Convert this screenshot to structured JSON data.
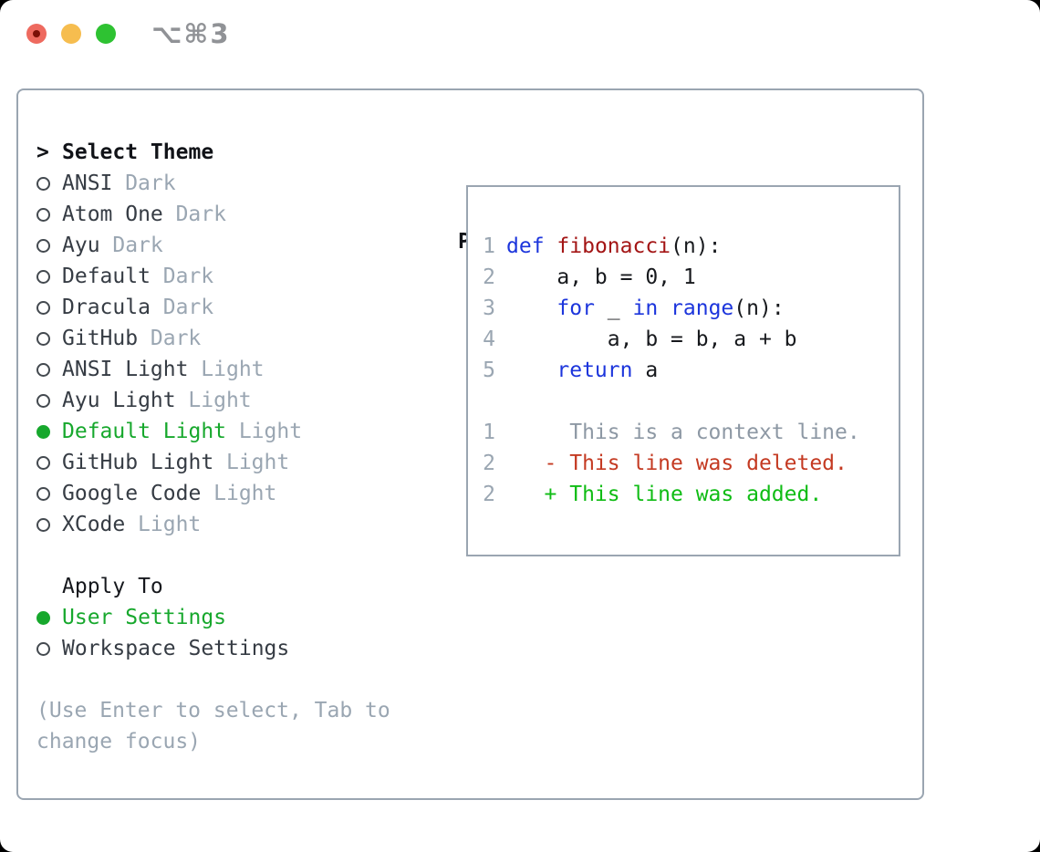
{
  "titlebar": {
    "shortcut": "⌥⌘3",
    "traffic_lights": [
      "close",
      "minimize",
      "zoom"
    ]
  },
  "theme_selector": {
    "prompt": ">",
    "title": "Select Theme",
    "items": [
      {
        "name": "ANSI",
        "tag": "Dark",
        "selected": false
      },
      {
        "name": "Atom One",
        "tag": "Dark",
        "selected": false
      },
      {
        "name": "Ayu",
        "tag": "Dark",
        "selected": false
      },
      {
        "name": "Default",
        "tag": "Dark",
        "selected": false
      },
      {
        "name": "Dracula",
        "tag": "Dark",
        "selected": false
      },
      {
        "name": "GitHub",
        "tag": "Dark",
        "selected": false
      },
      {
        "name": "ANSI Light",
        "tag": "Light",
        "selected": false
      },
      {
        "name": "Ayu Light",
        "tag": "Light",
        "selected": false
      },
      {
        "name": "Default Light",
        "tag": "Light",
        "selected": true
      },
      {
        "name": "GitHub Light",
        "tag": "Light",
        "selected": false
      },
      {
        "name": "Google Code",
        "tag": "Light",
        "selected": false
      },
      {
        "name": "XCode",
        "tag": "Light",
        "selected": false
      }
    ],
    "apply_to": {
      "title": "Apply To",
      "options": [
        {
          "label": "User Settings",
          "selected": true
        },
        {
          "label": "Workspace Settings",
          "selected": false
        }
      ]
    },
    "hint": "(Use Enter to select, Tab to change focus)"
  },
  "preview": {
    "title": "Preview",
    "lines": [
      {
        "num": "1",
        "tokens": [
          [
            "def",
            "kw"
          ],
          [
            " ",
            "pl"
          ],
          [
            "fibonacci",
            "fn"
          ],
          [
            "(n):",
            "pl"
          ]
        ]
      },
      {
        "num": "2",
        "tokens": [
          [
            "    a, b = 0, 1",
            "pl"
          ]
        ]
      },
      {
        "num": "3",
        "tokens": [
          [
            "    ",
            "pl"
          ],
          [
            "for",
            "kw"
          ],
          [
            " _ ",
            "pl"
          ],
          [
            "in",
            "kw"
          ],
          [
            " ",
            "pl"
          ],
          [
            "range",
            "kw"
          ],
          [
            "(n):",
            "pl"
          ]
        ]
      },
      {
        "num": "4",
        "tokens": [
          [
            "        a, b = b, a + b",
            "pl"
          ]
        ]
      },
      {
        "num": "5",
        "tokens": [
          [
            "    ",
            "pl"
          ],
          [
            "return",
            "kw"
          ],
          [
            " a",
            "pl"
          ]
        ]
      },
      {
        "num": "",
        "tokens": []
      },
      {
        "num": "1",
        "tokens": [
          [
            "     This is a context line.",
            "ctx"
          ]
        ]
      },
      {
        "num": "2",
        "tokens": [
          [
            "   - This line was deleted.",
            "del"
          ]
        ]
      },
      {
        "num": "2",
        "tokens": [
          [
            "   + This line was added.",
            "add"
          ]
        ]
      }
    ]
  },
  "colors": {
    "keyword": "#1c35dc",
    "function": "#a31515",
    "plain": "#17191d",
    "context": "#8d98a4",
    "deleted": "#c43a22",
    "added": "#0fbc14",
    "selected_green": "#17a82d",
    "muted": "#9aa6b2",
    "item_text": "#363c44",
    "border": "#9aa5b1"
  }
}
